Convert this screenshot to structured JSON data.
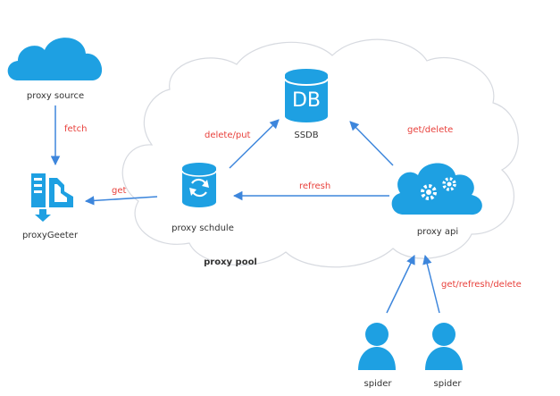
{
  "colors": {
    "accent": "#1ea0e2",
    "arrow": "#3d86dc",
    "edge_label": "#e8413c",
    "cloud_stroke": "#d7dae0"
  },
  "nodes": {
    "proxy_source": {
      "label": "proxy source",
      "icon": "cloud-icon"
    },
    "proxy_getter": {
      "label": "proxyGeeter",
      "icon": "getter-icon"
    },
    "ssdb": {
      "label": "SSDB",
      "icon": "database-icon",
      "icon_text": "DB"
    },
    "proxy_schedule": {
      "label": "proxy schdule",
      "icon": "refresh-database-icon"
    },
    "proxy_api": {
      "label": "proxy api",
      "icon": "gears-cloud-icon"
    },
    "spider_1": {
      "label": "spider",
      "icon": "user-icon"
    },
    "spider_2": {
      "label": "spider",
      "icon": "user-icon"
    }
  },
  "pool": {
    "label": "proxy pool"
  },
  "edges": {
    "fetch": "fetch",
    "get": "get",
    "delete_put": "delete/put",
    "get_delete": "get/delete",
    "refresh": "refresh",
    "get_refresh_delete": "get/refresh/delete"
  }
}
